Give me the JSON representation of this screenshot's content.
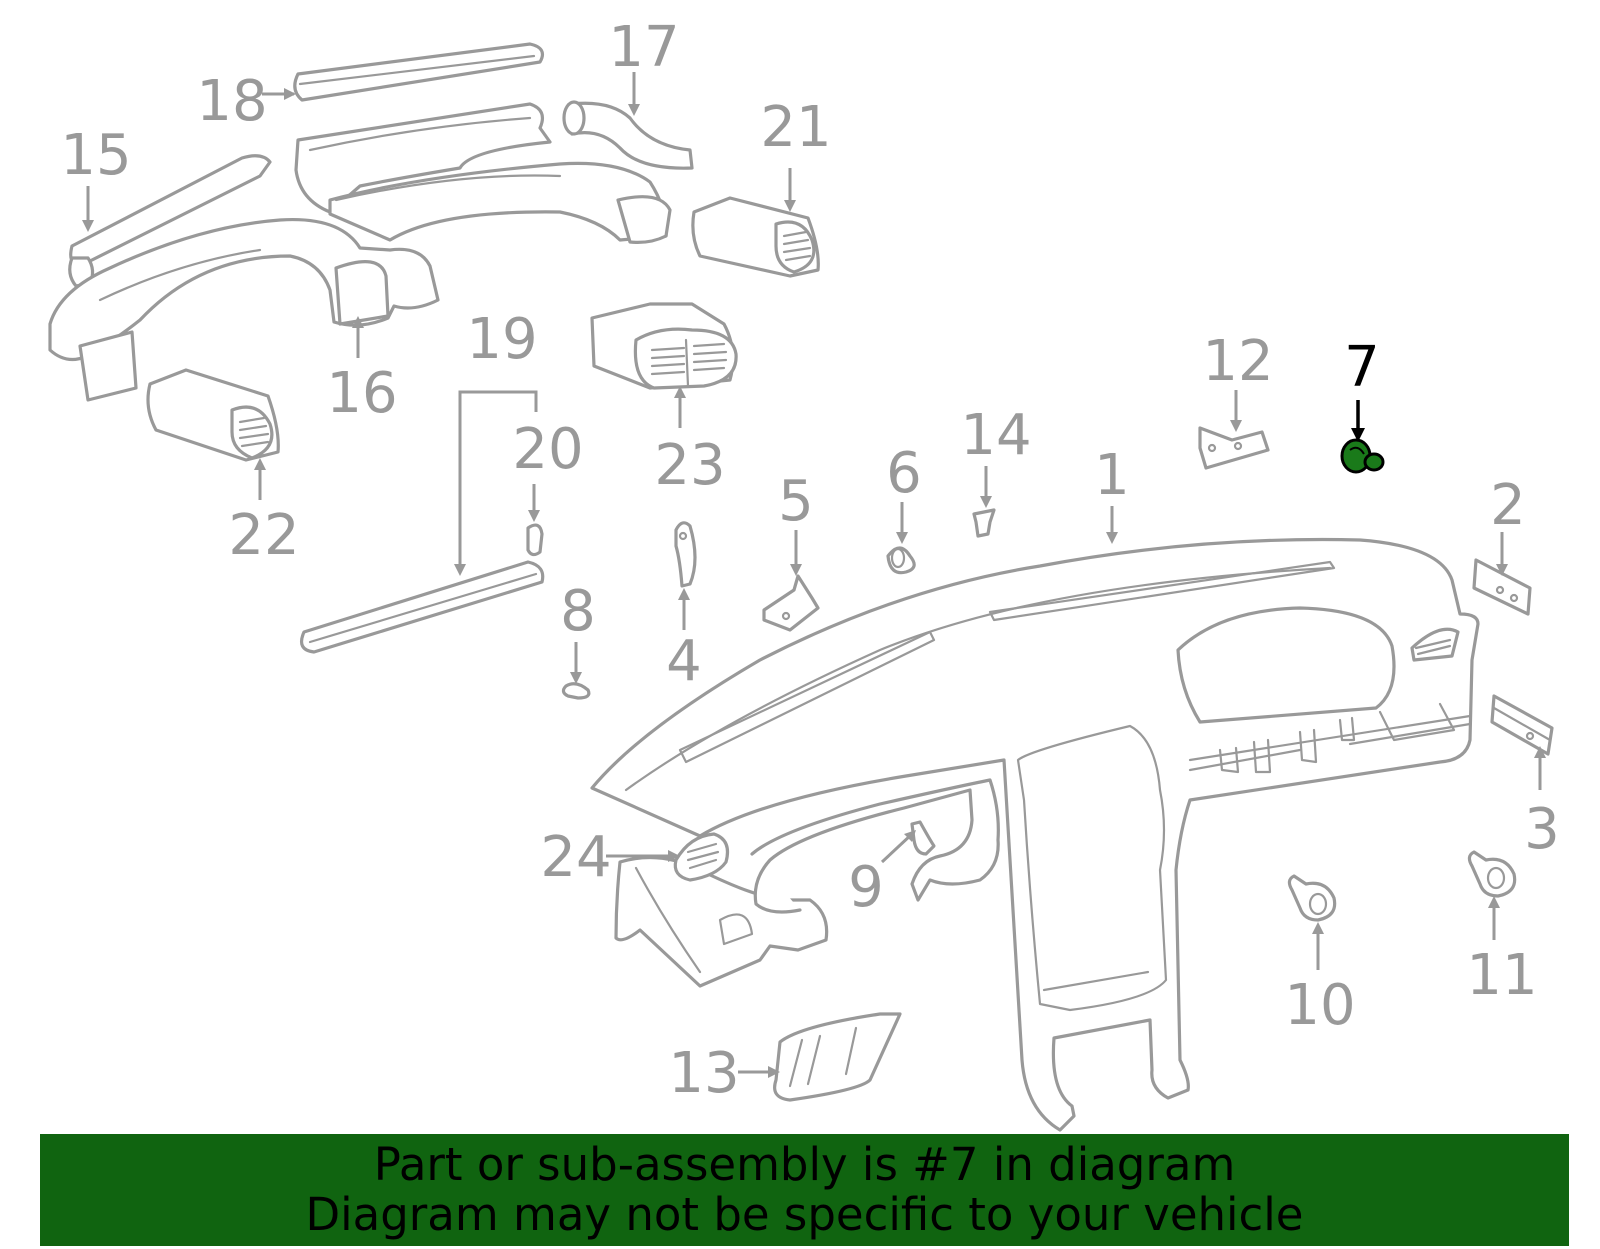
{
  "diagram": {
    "callouts": [
      {
        "id": "1",
        "label": "1"
      },
      {
        "id": "2",
        "label": "2"
      },
      {
        "id": "3",
        "label": "3"
      },
      {
        "id": "4",
        "label": "4"
      },
      {
        "id": "5",
        "label": "5"
      },
      {
        "id": "6",
        "label": "6"
      },
      {
        "id": "7",
        "label": "7",
        "highlighted": true
      },
      {
        "id": "8",
        "label": "8"
      },
      {
        "id": "9",
        "label": "9"
      },
      {
        "id": "10",
        "label": "10"
      },
      {
        "id": "11",
        "label": "11"
      },
      {
        "id": "12",
        "label": "12"
      },
      {
        "id": "13",
        "label": "13"
      },
      {
        "id": "14",
        "label": "14"
      },
      {
        "id": "15",
        "label": "15"
      },
      {
        "id": "16",
        "label": "16"
      },
      {
        "id": "17",
        "label": "17"
      },
      {
        "id": "18",
        "label": "18"
      },
      {
        "id": "19",
        "label": "19"
      },
      {
        "id": "20",
        "label": "20"
      },
      {
        "id": "21",
        "label": "21"
      },
      {
        "id": "22",
        "label": "22"
      },
      {
        "id": "23",
        "label": "23"
      },
      {
        "id": "24",
        "label": "24"
      }
    ],
    "colors": {
      "line": "#999999",
      "highlight_part": "#1a7a1a",
      "highlight_label": "#000000",
      "banner_bg": "#106410",
      "banner_text": "#000000"
    }
  },
  "banner": {
    "line1": "Part or sub-assembly is #7 in diagram",
    "line2": "Diagram may not be specific to your vehicle"
  }
}
